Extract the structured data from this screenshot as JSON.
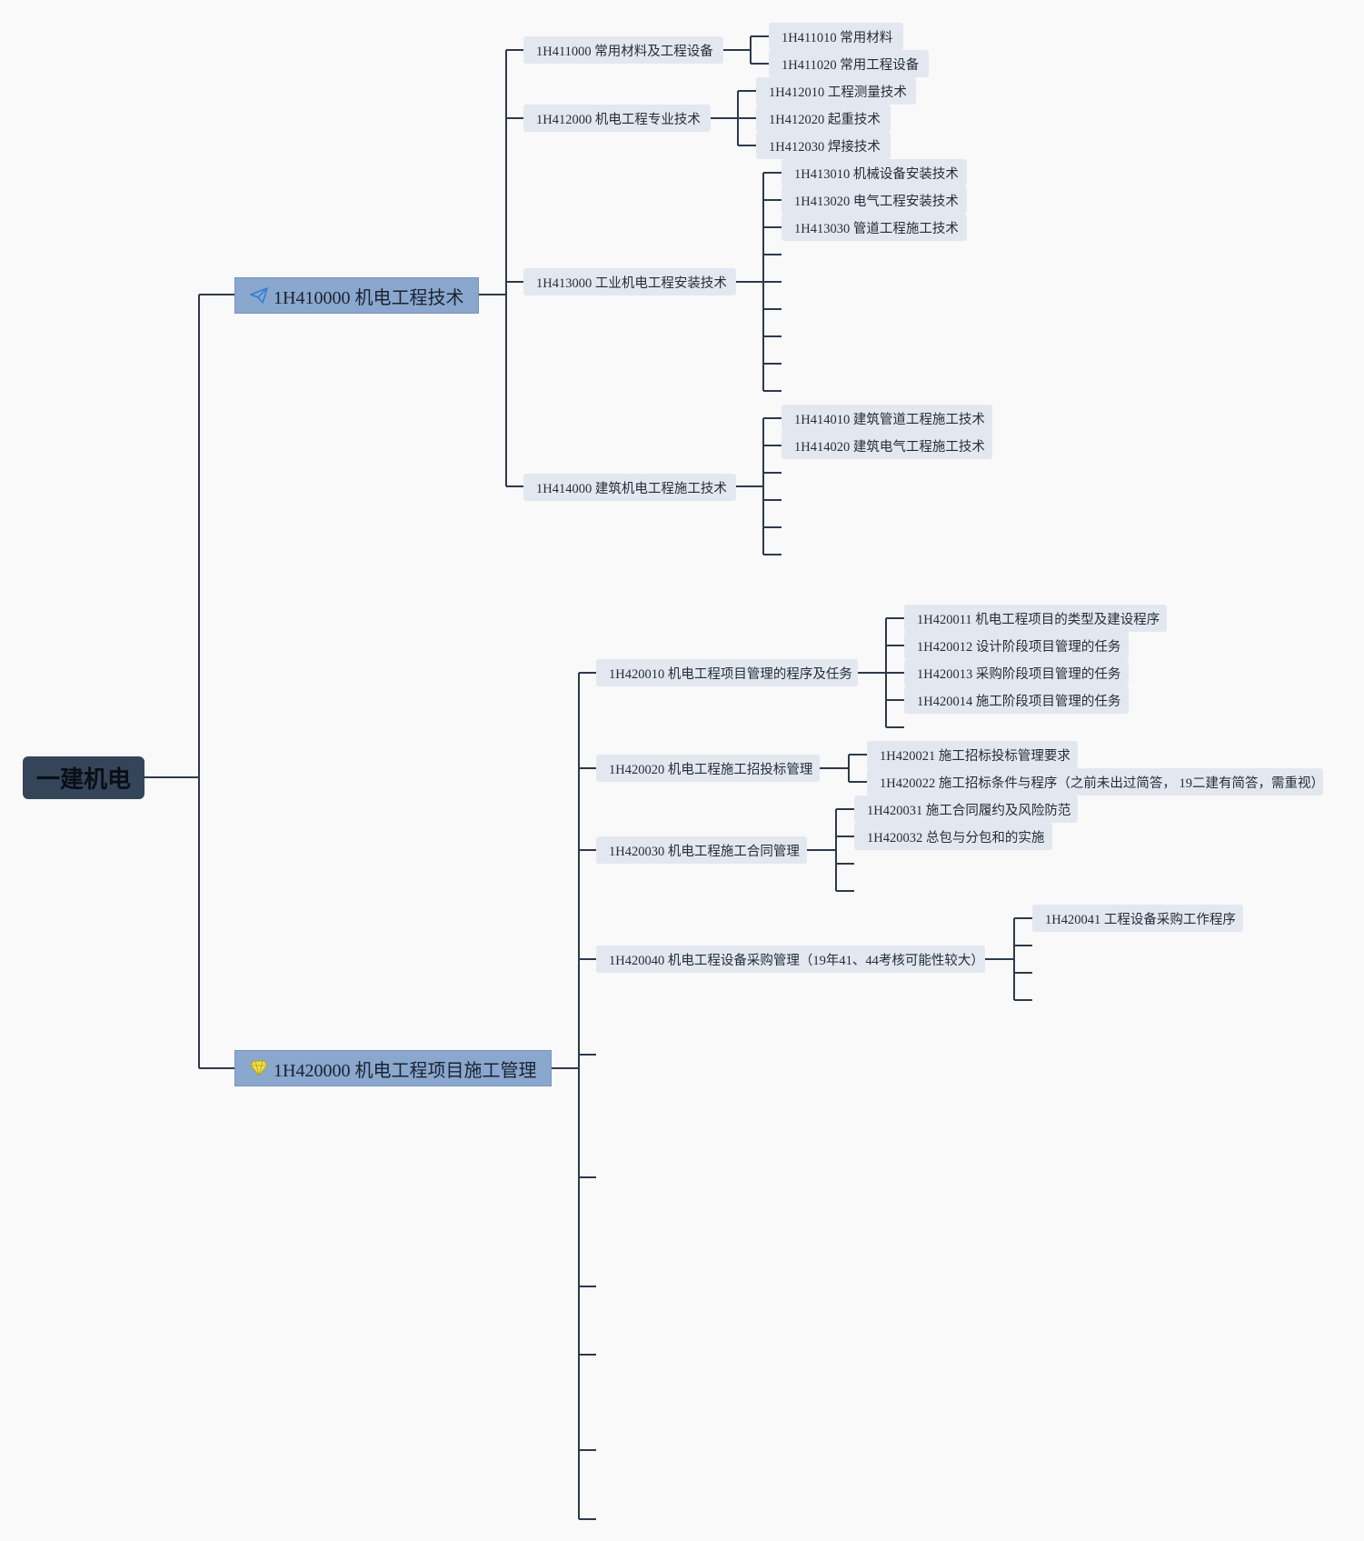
{
  "root": {
    "label": "一建机电"
  },
  "branches": [
    {
      "label": "1H410000 机电工程技术",
      "icon": "paper-plane-icon",
      "children": [
        {
          "label": "1H411000 常用材料及工程设备",
          "children": [
            "1H411010 常用材料",
            "1H411020 常用工程设备"
          ]
        },
        {
          "label": "1H412000 机电工程专业技术",
          "children": [
            "1H412010 工程测量技术",
            "1H412020 起重技术",
            "1H412030 焊接技术"
          ]
        },
        {
          "label": "1H413000 工业机电工程安装技术",
          "children": [
            "1H413010 机械设备安装技术",
            "1H413020 电气工程安装技术",
            "1H413030 管道工程施工技术"
          ]
        },
        {
          "label": "1H414000 建筑机电工程施工技术",
          "children": [
            "1H414010 建筑管道工程施工技术",
            "1H414020 建筑电气工程施工技术"
          ]
        }
      ]
    },
    {
      "label": "1H420000 机电工程项目施工管理",
      "icon": "diamond-icon",
      "children": [
        {
          "label": "1H420010 机电工程项目管理的程序及任务",
          "children": [
            "1H420011 机电工程项目的类型及建设程序",
            "1H420012 设计阶段项目管理的任务",
            "1H420013 采购阶段项目管理的任务",
            "1H420014 施工阶段项目管理的任务"
          ]
        },
        {
          "label": "1H420020 机电工程施工招投标管理",
          "children": [
            "1H420021 施工招标投标管理要求",
            "1H420022 施工招标条件与程序（之前未出过简答， 19二建有简答，需重视）"
          ]
        },
        {
          "label": "1H420030 机电工程施工合同管理",
          "children": [
            "1H420031 施工合同履约及风险防范",
            "1H420032 总包与分包和的实施"
          ]
        },
        {
          "label": "1H420040 机电工程设备采购管理（19年41、44考核可能性较大）",
          "children": [
            "1H420041 工程设备采购工作程序"
          ]
        }
      ]
    }
  ],
  "colors": {
    "line": "#2d3a4b",
    "root_bg": "#344559",
    "major_bg": "#8aa7ce",
    "minor_bg": "#e3e8f0"
  }
}
